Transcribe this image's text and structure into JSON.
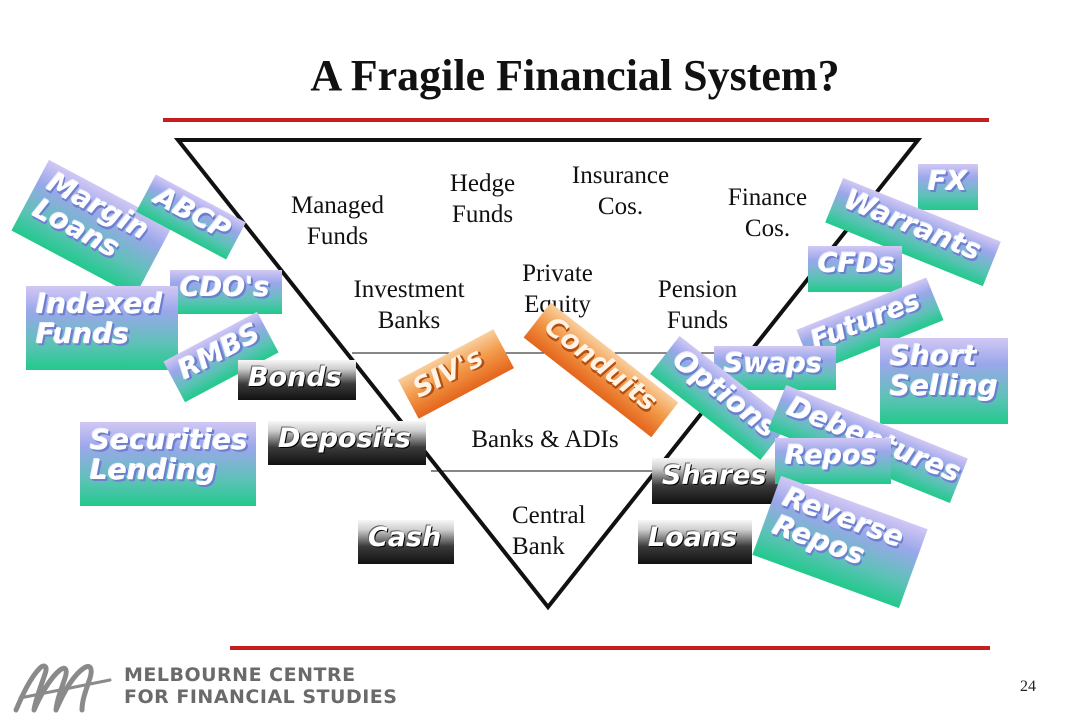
{
  "slide": {
    "title": "A Fragile Financial System?",
    "page_number": "24"
  },
  "logo": {
    "line1": "MELBOURNE CENTRE",
    "line2": "FOR FINANCIAL STUDIES"
  },
  "pyramid": {
    "institutions": {
      "managed_funds": "Managed\nFunds",
      "hedge_funds": "Hedge\nFunds",
      "insurance": "Insurance\nCos.",
      "finance": "Finance\nCos.",
      "investment_banks": "Investment\nBanks",
      "private_equity": "Private\nEquity",
      "pension_funds": "Pension\nFunds",
      "banks_adis": "Banks & ADIs",
      "central_bank": "Central\nBank"
    }
  },
  "instruments": {
    "margin_loans": "Margin\nLoans",
    "abcp": "ABCP",
    "cdos": "CDO's",
    "indexed_funds": "Indexed\nFunds",
    "rmbs": "RMBS",
    "securities_lending": "Securities\nLending",
    "bonds": "Bonds",
    "deposits": "Deposits",
    "cash": "Cash",
    "sivs": "SIV's",
    "conduits": "Conduits",
    "fx": "FX",
    "warrants": "Warrants",
    "cfds": "CFDs",
    "futures": "Futures",
    "swaps": "Swaps",
    "options": "Options",
    "short_selling": "Short\nSelling",
    "debentures": "Debentures",
    "repos": "Repos",
    "reverse_repos": "Reverse\nRepos",
    "shares": "Shares",
    "loans": "Loans"
  }
}
